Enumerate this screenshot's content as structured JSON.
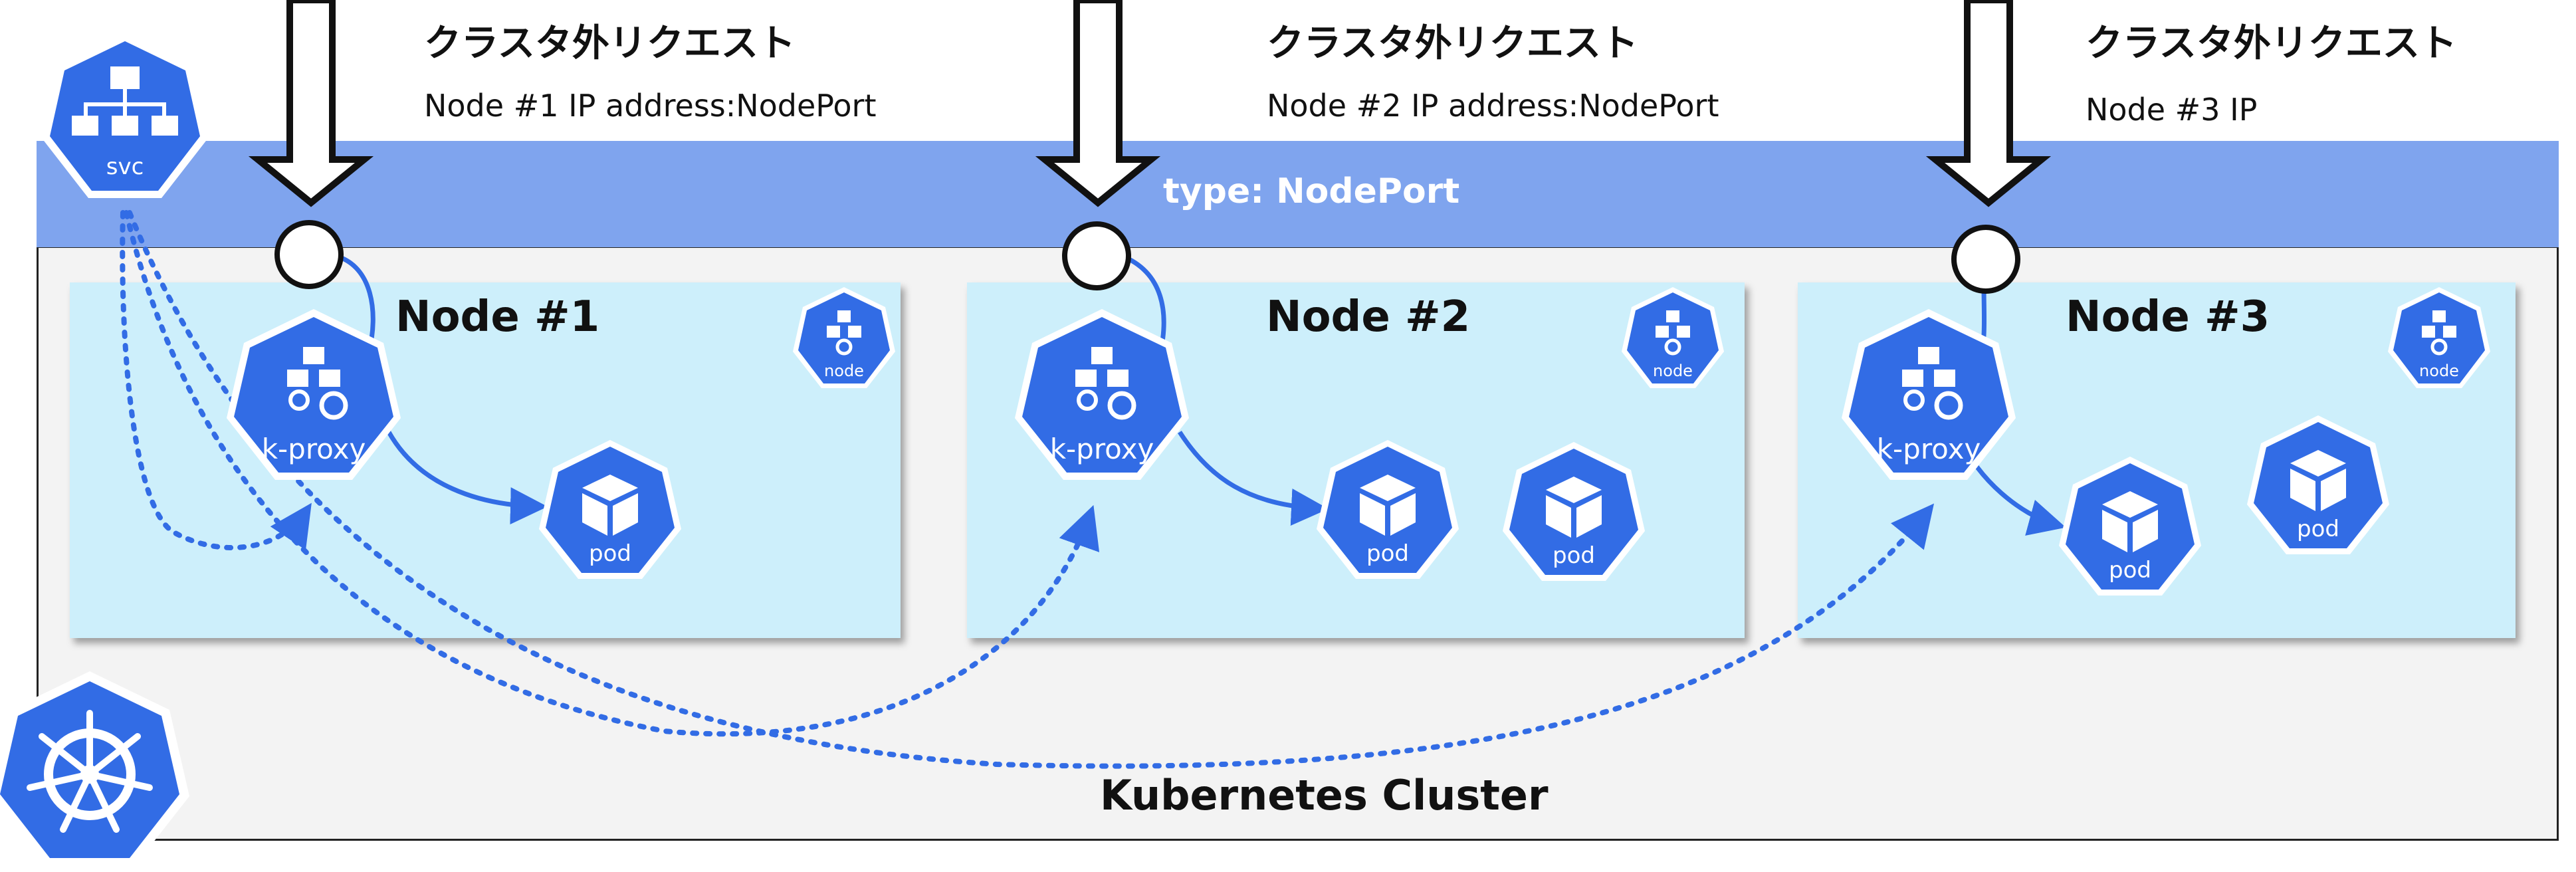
{
  "service": {
    "type_label": "type: NodePort",
    "icon_label": "svc"
  },
  "cluster": {
    "label": "Kubernetes Cluster"
  },
  "requests": [
    {
      "title": "クラスタ外リクエスト",
      "subtitle": "Node #1 IP address:NodePort"
    },
    {
      "title": "クラスタ外リクエスト",
      "subtitle": "Node #2 IP address:NodePort"
    },
    {
      "title": "クラスタ外リクエスト",
      "subtitle": "Node #3 IP address:NodePort"
    }
  ],
  "nodes": [
    {
      "title": "Node #1",
      "node_icon_label": "node",
      "proxy_label": "k-proxy",
      "pods": [
        "pod"
      ]
    },
    {
      "title": "Node #2",
      "node_icon_label": "node",
      "proxy_label": "k-proxy",
      "pods": [
        "pod",
        "pod"
      ]
    },
    {
      "title": "Node #3",
      "node_icon_label": "node",
      "proxy_label": "k-proxy",
      "pods": [
        "pod",
        "pod"
      ]
    }
  ],
  "colors": {
    "k8s_blue": "#326ce5",
    "band": "#7fa4ee",
    "node_bg": "#cdeffb"
  }
}
